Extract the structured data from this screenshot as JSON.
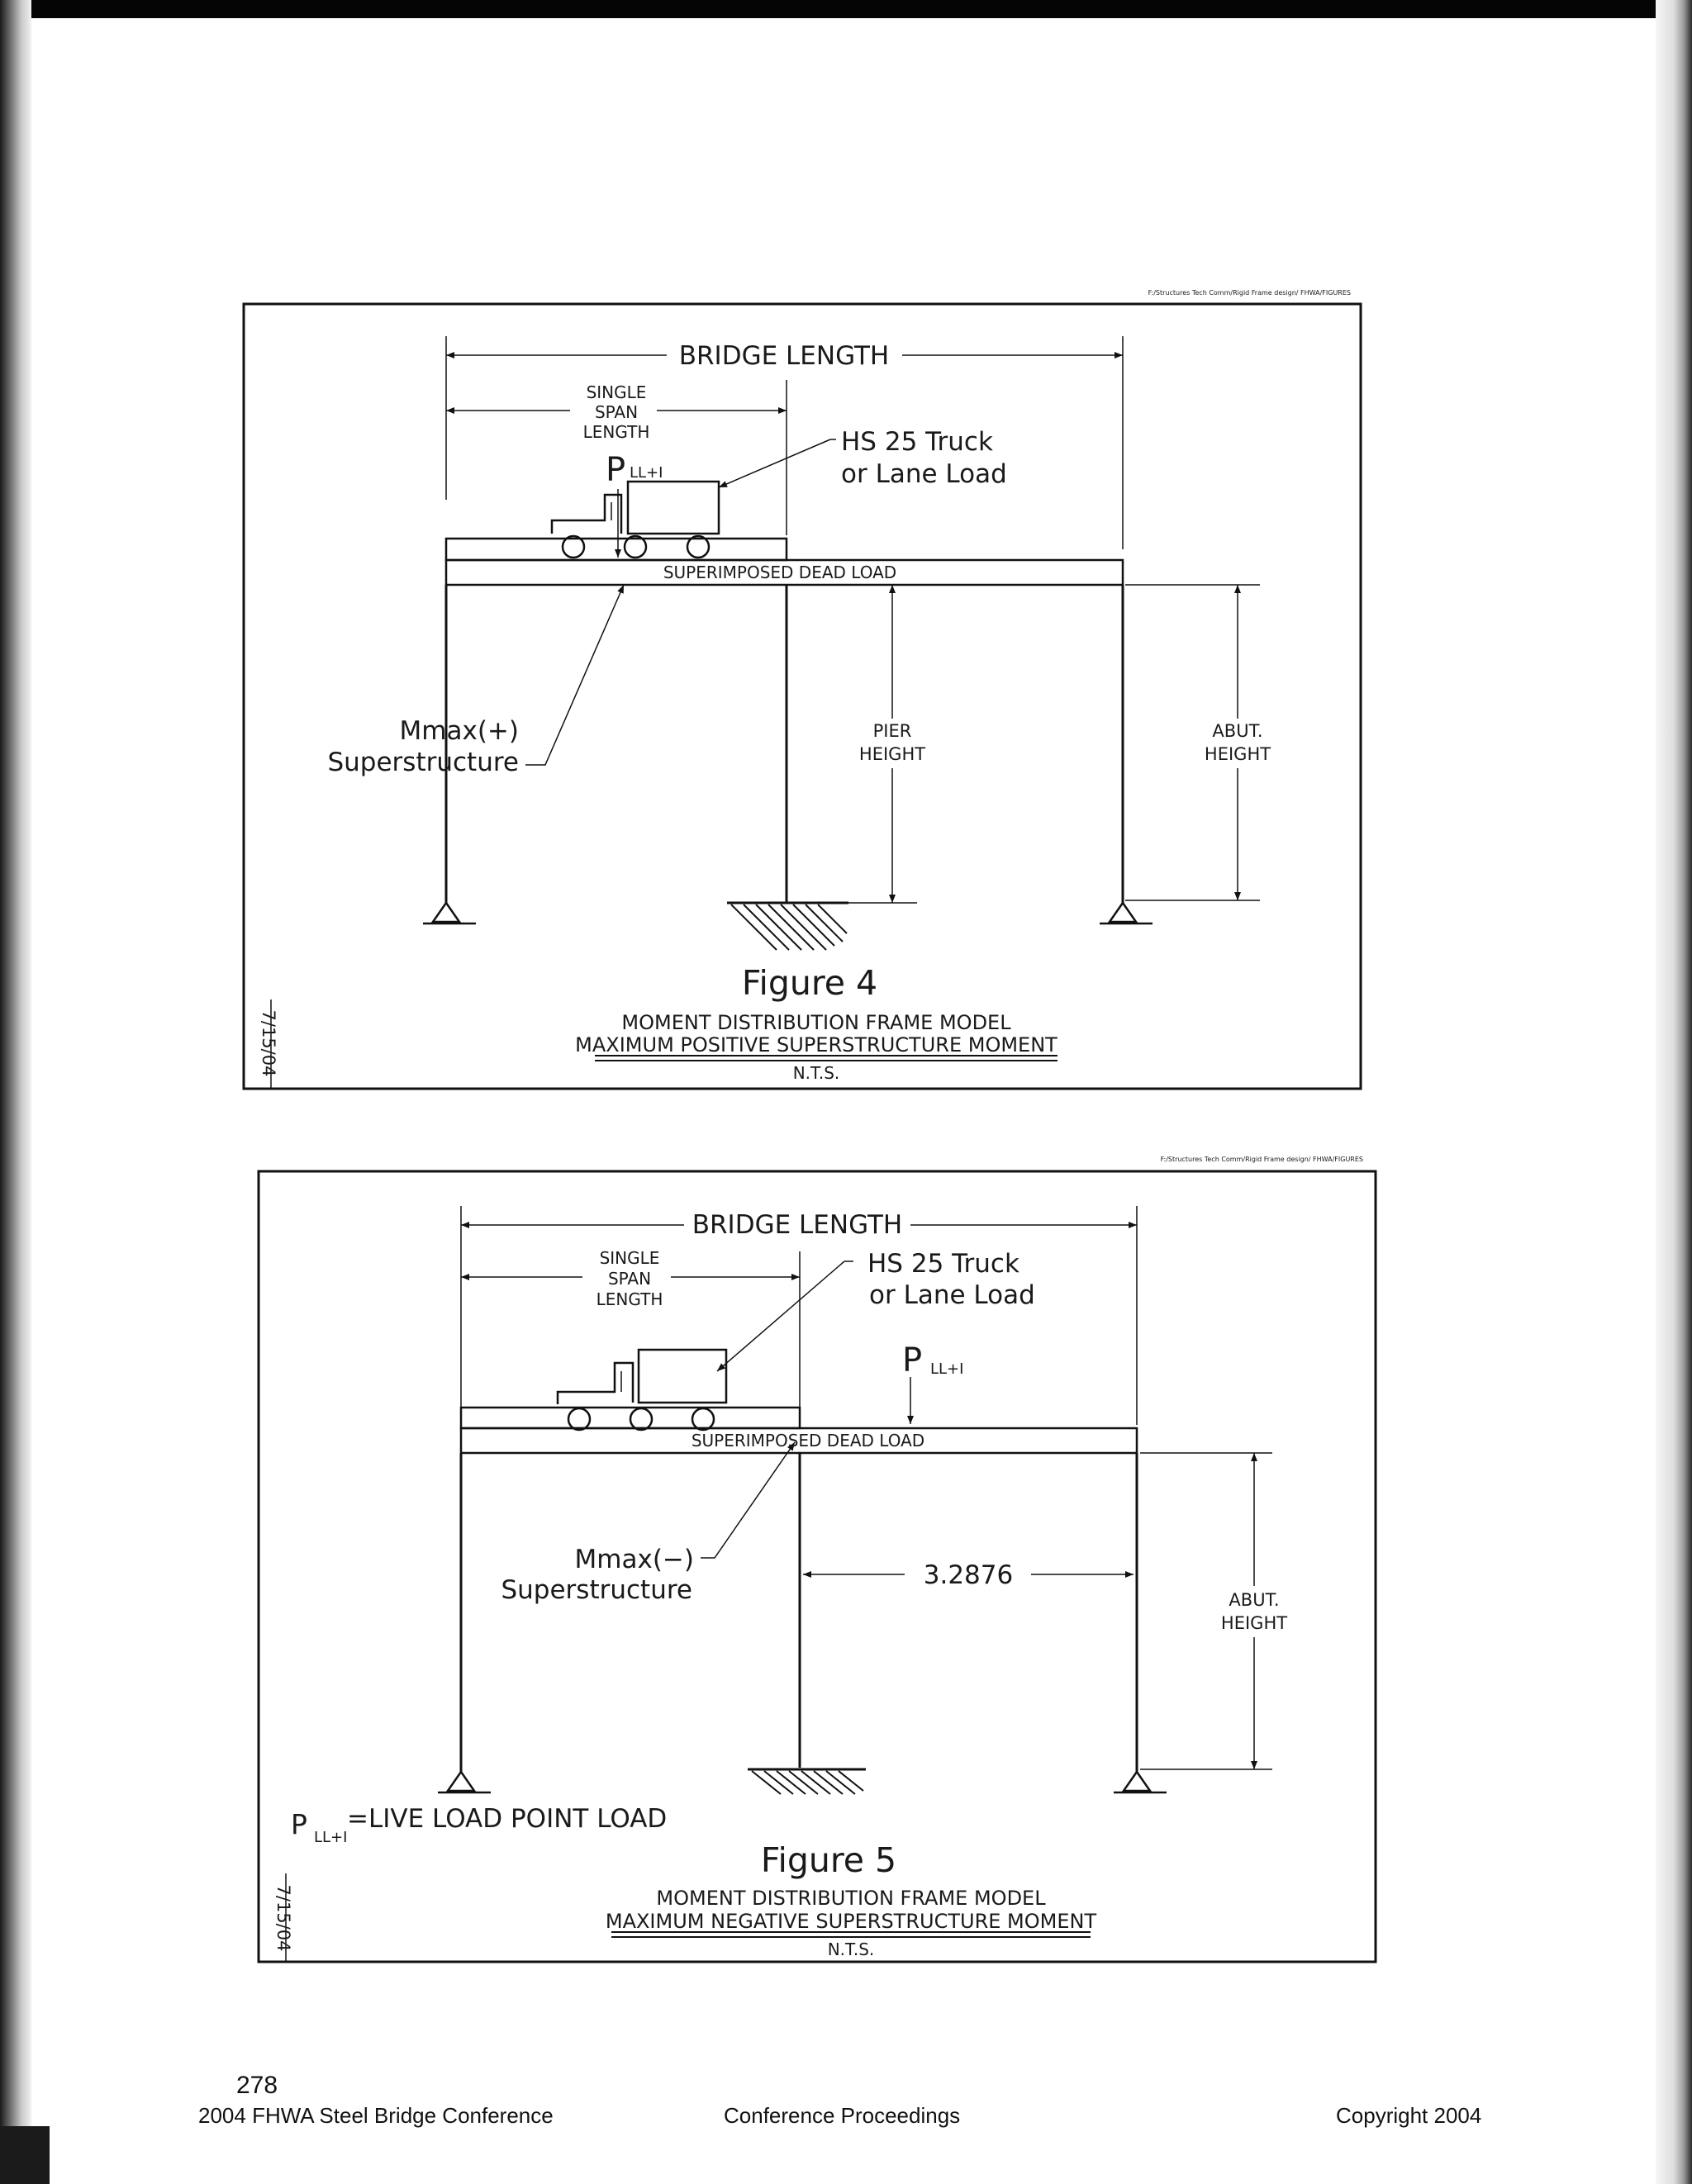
{
  "page": {
    "number": "278",
    "footer_left": "2004 FHWA Steel Bridge Conference",
    "footer_center": "Conference Proceedings",
    "footer_right": "Copyright  2004"
  },
  "figure4": {
    "path_text": "F:/Structures Tech Comm/Rigid Frame design/ FHWA/FIGURES",
    "bridge_length": "BRIDGE LENGTH",
    "single_span": [
      "SINGLE",
      "SPAN",
      "LENGTH"
    ],
    "truck_label": [
      "HS 25 Truck",
      "or Lane Load"
    ],
    "load_p": "P",
    "load_sub": "LL+I",
    "dead_load": "SUPERIMPOSED DEAD LOAD",
    "moment_label": [
      "Mmax(+)",
      "Superstructure"
    ],
    "pier_height": [
      "PIER",
      "HEIGHT"
    ],
    "abut_height": [
      "ABUT.",
      "HEIGHT"
    ],
    "figure_title": "Figure  4",
    "caption_1": "MOMENT DISTRIBUTION FRAME MODEL",
    "caption_2": "MAXIMUM POSITIVE SUPERSTRUCTURE MOMENT",
    "scale": "N.T.S.",
    "date": "7/15/04"
  },
  "figure5": {
    "path_text": "F:/Structures Tech Comm/Rigid Frame design/ FHWA/FIGURES",
    "bridge_length": "BRIDGE LENGTH",
    "single_span": [
      "SINGLE",
      "SPAN",
      "LENGTH"
    ],
    "truck_label": [
      "HS 25 Truck",
      "or Lane Load"
    ],
    "load_p": "P",
    "load_sub": "LL+I",
    "dead_load": "SUPERIMPOSED DEAD LOAD",
    "moment_label": [
      "Mmax(−)",
      "Superstructure"
    ],
    "span_dim": "3.2876",
    "abut_height": [
      "ABUT.",
      "HEIGHT"
    ],
    "legend_p": "P",
    "legend_sub": "LL+I",
    "legend_text": "=LIVE  LOAD  POINT  LOAD",
    "figure_title": "Figure  5",
    "caption_1": "MOMENT DISTRIBUTION FRAME MODEL",
    "caption_2": "MAXIMUM NEGATIVE SUPERSTRUCTURE MOMENT",
    "scale": "N.T.S.",
    "date": "7/15/04"
  }
}
